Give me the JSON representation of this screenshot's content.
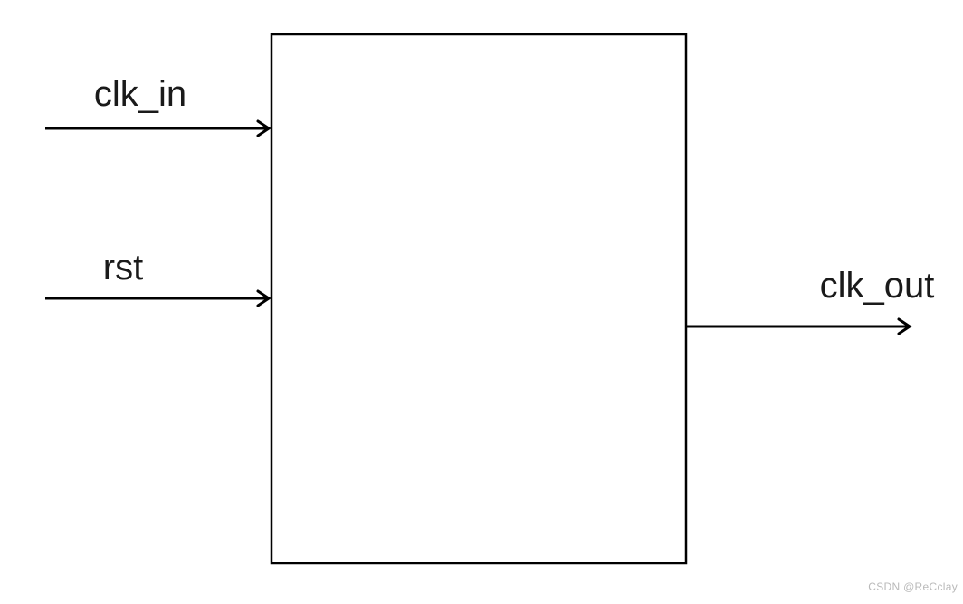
{
  "diagram": {
    "type": "block-diagram",
    "module": {
      "description": "empty module box"
    },
    "ports": [
      {
        "label": "clk_in",
        "direction": "input"
      },
      {
        "label": "rst",
        "direction": "input"
      },
      {
        "label": "clk_out",
        "direction": "output"
      }
    ],
    "watermark": "CSDN @ReCclay",
    "colors": {
      "line": "#000000",
      "text": "#1a1a1a",
      "watermark": "#b9b9b9",
      "background": "#ffffff"
    }
  }
}
